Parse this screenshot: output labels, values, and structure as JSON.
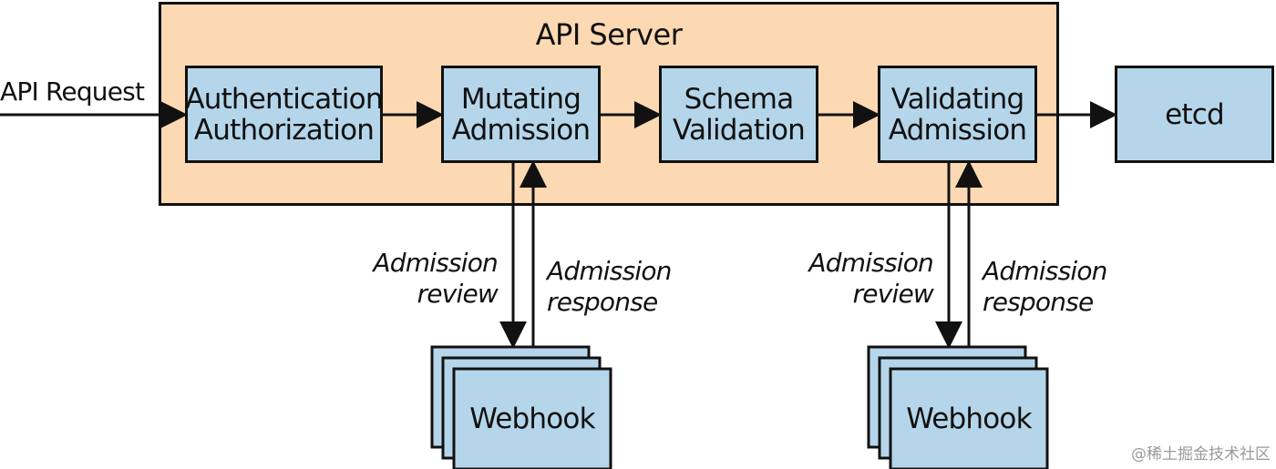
{
  "diagram": {
    "server_title": "API Server",
    "request_label": "API Request",
    "nodes": {
      "auth": [
        "Authentication",
        "Authorization"
      ],
      "mutating": [
        "Mutating",
        "Admission"
      ],
      "schema": [
        "Schema",
        "Validation"
      ],
      "validating": [
        "Validating",
        "Admission"
      ],
      "etcd": "etcd"
    },
    "webhooks": {
      "left_label": "Webhook",
      "right_label": "Webhook"
    },
    "left_edges": {
      "review": [
        "Admission",
        "review"
      ],
      "response": [
        "Admission",
        "response"
      ]
    },
    "right_edges": {
      "review": [
        "Admission",
        "review"
      ],
      "response": [
        "Admission",
        "response"
      ]
    }
  },
  "watermark": "@稀土掘金技术社区",
  "colors": {
    "server_fill": "#fcd9b3",
    "node_fill": "#b5d6ea",
    "stroke": "#111111"
  }
}
